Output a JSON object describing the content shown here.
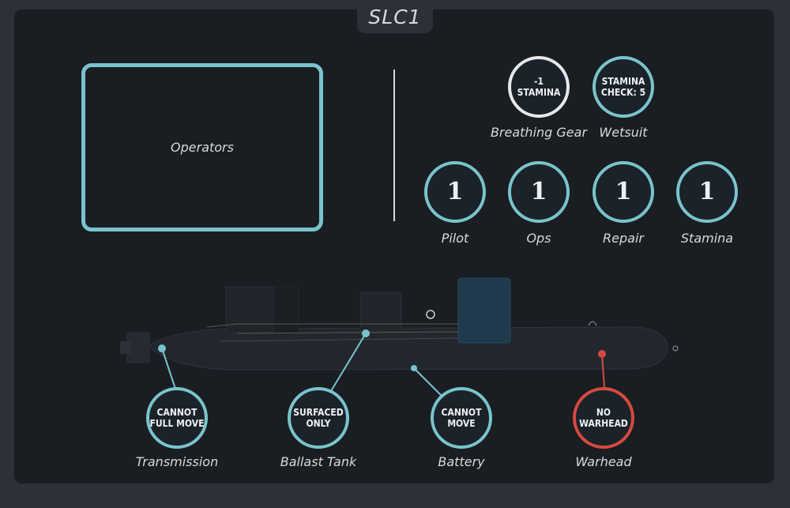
{
  "card_title": "SLC1",
  "operators": {
    "label": "Operators"
  },
  "equipment": [
    {
      "badge": [
        "-1",
        "STAMINA"
      ],
      "name": "Breathing Gear",
      "color": "#e6e8ea"
    },
    {
      "badge": [
        "STAMINA",
        "CHECK: 5"
      ],
      "name": "Wetsuit",
      "color": "#79c4cc"
    }
  ],
  "stats": [
    {
      "value": "1",
      "name": "Pilot"
    },
    {
      "value": "1",
      "name": "Ops"
    },
    {
      "value": "1",
      "name": "Repair"
    },
    {
      "value": "1",
      "name": "Stamina"
    }
  ],
  "damage": [
    {
      "badge": [
        "CANNOT",
        "FULL MOVE"
      ],
      "name": "Transmission",
      "color": "#79c4cc"
    },
    {
      "badge": [
        "SURFACED",
        "ONLY"
      ],
      "name": "Ballast Tank",
      "color": "#79c4cc"
    },
    {
      "badge": [
        "CANNOT",
        "MOVE"
      ],
      "name": "Battery",
      "color": "#79c4cc"
    },
    {
      "badge": [
        "NO",
        "WARHEAD"
      ],
      "name": "Warhead",
      "color": "#d64a3e"
    }
  ],
  "colors": {
    "accent": "#79c4cc",
    "warning": "#d64a3e",
    "panel": "#1a1d22",
    "frame": "#2b3039"
  }
}
